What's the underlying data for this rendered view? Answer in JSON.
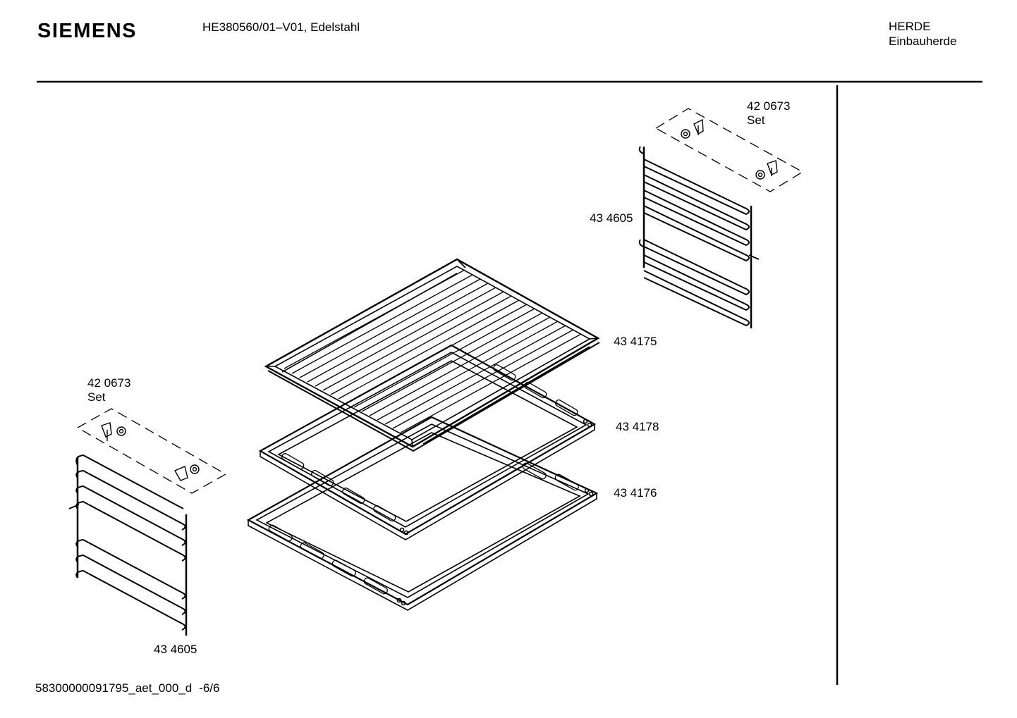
{
  "header": {
    "brand": "SIEMENS",
    "model": "HE380560/01–V01, Edelstahl",
    "category": "HERDE",
    "subcategory": "Einbauherde"
  },
  "callouts": {
    "set_top_number": "42 0673",
    "set_top_label": "Set",
    "rack_right": "43 4605",
    "grill_rack": "43 4175",
    "enamel_tray": "43 4178",
    "baking_tray": "43 4176",
    "set_left_number": "42 0673",
    "set_left_label": "Set",
    "rack_left": "43 4605"
  },
  "footer": {
    "document_id": "58300000091795_aet_000_d",
    "page": "-6/6"
  },
  "colors": {
    "ink": "#000000",
    "paper": "#ffffff"
  }
}
